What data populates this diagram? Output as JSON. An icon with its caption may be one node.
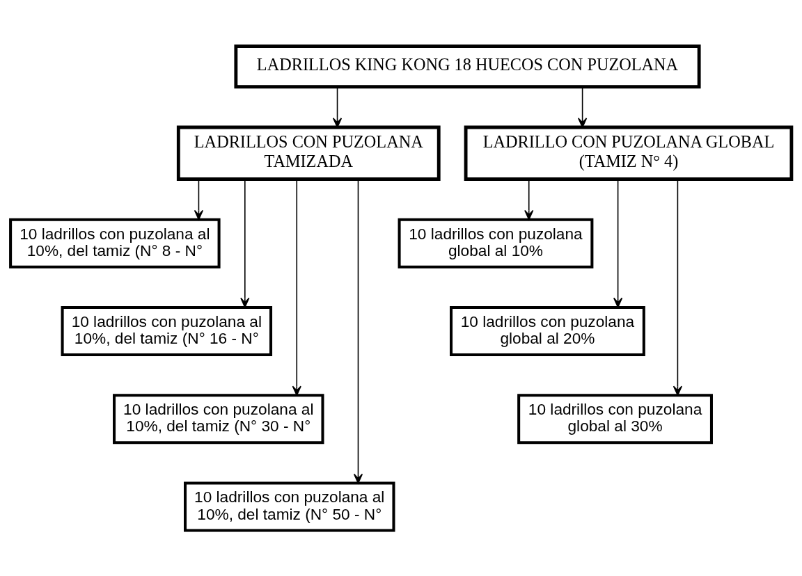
{
  "diagram": {
    "nodes": [
      {
        "text": [
          "LADRILLOS KING KONG 18 HUECOS CON PUZOLANA"
        ]
      },
      {
        "text": [
          "LADRILLOS CON PUZOLANA TAMIZADA"
        ]
      },
      {
        "text": [
          "LADRILLO CON PUZOLANA GLOBAL (TAMIZ N° 4)"
        ]
      },
      {
        "text": [
          "10 ladrillos con puzolana al 10%, del tamiz (N° 8 - N°"
        ]
      },
      {
        "text": [
          "10 ladrillos con puzolana al 10%, del tamiz (N° 16 - N°"
        ]
      },
      {
        "text": [
          "10 ladrillos con puzolana al 10%, del tamiz (N° 30 - N°"
        ]
      },
      {
        "text": [
          "10 ladrillos con puzolana al 10%, del tamiz (N° 50 - N°"
        ]
      },
      {
        "text": [
          "10 ladrillos con puzolana global al 10%"
        ]
      },
      {
        "text": [
          "10 ladrillos con puzolana global al 20%"
        ]
      },
      {
        "text": [
          "10 ladrillos con puzolana global al 30%"
        ]
      }
    ],
    "edges": [
      {
        "from": 0,
        "to": 1,
        "arrow": "to"
      },
      {
        "from": 0,
        "to": 2,
        "arrow": "to"
      },
      {
        "from": 1,
        "to": 3,
        "arrow": "to"
      },
      {
        "from": 1,
        "to": 4,
        "arrow": "to"
      },
      {
        "from": 1,
        "to": 5,
        "arrow": "to"
      },
      {
        "from": 1,
        "to": 6,
        "arrow": "to"
      },
      {
        "from": 2,
        "to": 7,
        "arrow": "to"
      },
      {
        "from": 2,
        "to": 8,
        "arrow": "to"
      },
      {
        "from": 2,
        "to": 9,
        "arrow": "to"
      }
    ]
  }
}
